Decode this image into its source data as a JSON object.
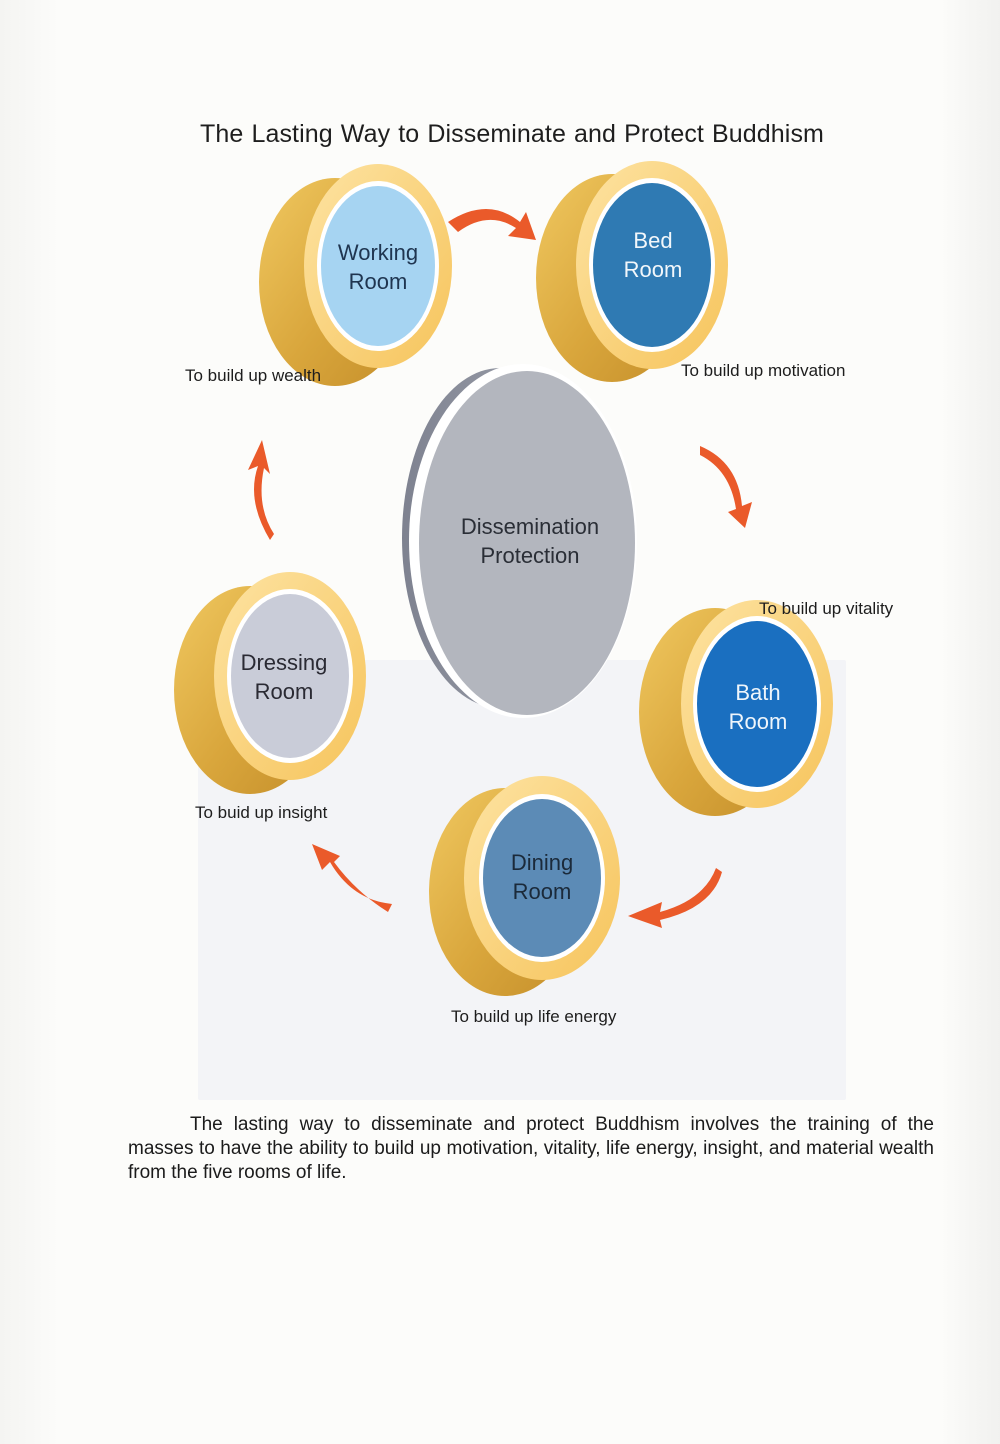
{
  "title": "The Lasting Way to Disseminate  and  Protect  Buddhism",
  "center": {
    "line1": "Dissemination",
    "line2": "Protection",
    "color": "#b3b6be"
  },
  "rooms": [
    {
      "id": "working",
      "label": "Working\nRoom",
      "caption": "To build up wealth",
      "color": "#a6d4f2",
      "text_color": "#1f3550"
    },
    {
      "id": "bed",
      "label": "Bed\nRoom",
      "caption": "To build up motivation",
      "color": "#2f7ab3",
      "text_color": "#f2f7fb"
    },
    {
      "id": "bath",
      "label": "Bath\nRoom",
      "caption": "To build up vitality",
      "color": "#1a6fc0",
      "text_color": "#eef5fb"
    },
    {
      "id": "dining",
      "label": "Dining\nRoom",
      "caption": "To build up life energy",
      "color": "#5c8bb6",
      "text_color": "#1b2a3a"
    },
    {
      "id": "dressing",
      "label": "Dressing\nRoom",
      "caption": "To buid up insight",
      "color": "#c9ccd8",
      "text_color": "#2a2a33"
    }
  ],
  "colors": {
    "ring": "#f7c96a",
    "cylinder_side": "#e2b347",
    "arrow": "#ea5a2a"
  },
  "paragraph": "The lasting way to disseminate and protect Buddhism involves the training of the masses to have the ability to build up motivation, vitality, life energy, insight, and material wealth from the five rooms of life."
}
